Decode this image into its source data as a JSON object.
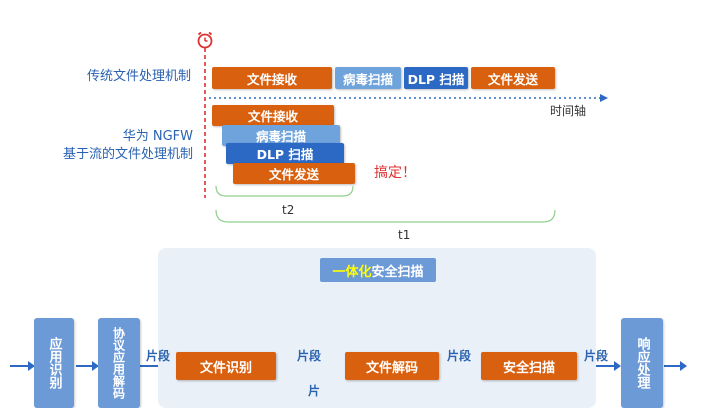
{
  "top": {
    "traditional_label": "传统文件处理机制",
    "ngfw_label_line1": "华为 NGFW",
    "ngfw_label_line2": "基于流的文件处理机制",
    "traditional_steps": [
      "文件接收",
      "病毒扫描",
      "DLP 扫描",
      "文件发送"
    ],
    "ngfw_steps": [
      "文件接收",
      "病毒扫描",
      "DLP 扫描",
      "文件发送"
    ],
    "timeline_label": "时间轴",
    "done_label": "搞定！",
    "t2_label": "t2",
    "t1_label": "t1"
  },
  "bottom": {
    "panel_title_highlight": "一体化",
    "panel_title_rest": "安全扫描",
    "app_identify": "应用识别",
    "protocol_decode": "协议应用解码",
    "file_identify": "文件识别",
    "file_decode": "文件解码",
    "security_scan": "安全扫描",
    "response": "响应处理",
    "fragment": "片段",
    "fragment_partial": "片"
  },
  "colors": {
    "orange": "#d9600f",
    "light_blue": "#6fa3dc",
    "blue": "#2c69c4",
    "panel": "#eaf0f8",
    "highlight": "#ffff00",
    "alarm_red": "#e03030"
  }
}
